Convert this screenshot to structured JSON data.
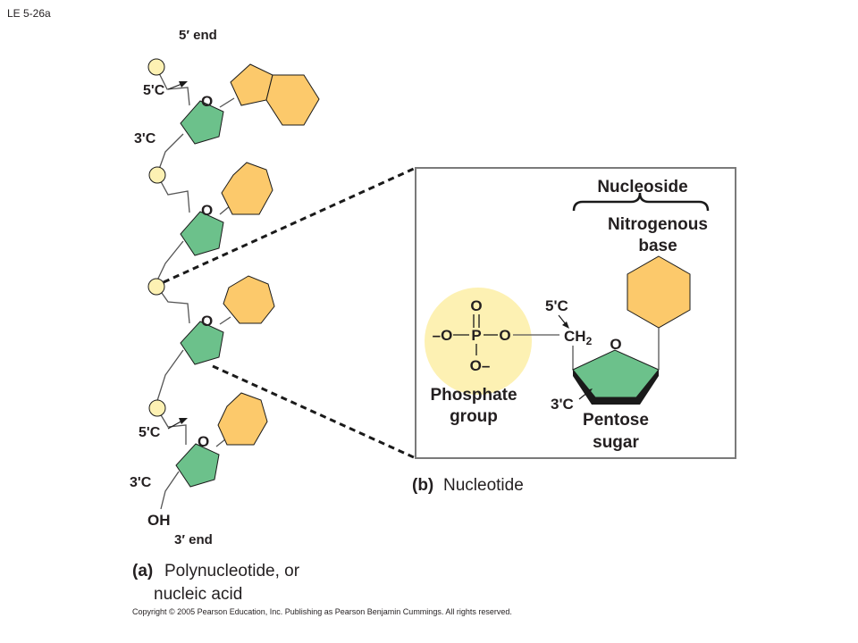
{
  "figure_label": "LE 5-26a",
  "colors": {
    "phosphate": "#fdf1b3",
    "sugar": "#6cc18b",
    "base": "#fcc96b",
    "outline": "#1a1a1a",
    "line": "#555555"
  },
  "strand": {
    "five_prime_end": "5′ end",
    "three_prime_end": "3′ end",
    "label_5c": "5'C",
    "label_3c": "3'C",
    "oxygen": "O",
    "hydroxyl": "OH"
  },
  "detail": {
    "nucleoside_label": "Nucleoside",
    "nitrogenous_base_line1": "Nitrogenous",
    "nitrogenous_base_line2": "base",
    "label_5c": "5'C",
    "label_3c": "3'C",
    "ch2": "CH",
    "ch2_sub": "2",
    "oxygen": "O",
    "phosphate": {
      "top_o": "O",
      "double_bond": "||",
      "left_o": "–O",
      "p": "P",
      "right_o": "O",
      "bottom_o": "O–"
    },
    "phosphate_group_line1": "Phosphate",
    "phosphate_group_line2": "group",
    "pentose_sugar_line1": "Pentose",
    "pentose_sugar_line2": "sugar"
  },
  "caption_a": {
    "letter": "(a)",
    "line1": "Polynucleotide, or",
    "line2": "nucleic acid"
  },
  "caption_b": {
    "letter": "(b)",
    "text": "Nucleotide"
  },
  "copyright": "Copyright © 2005 Pearson Education, Inc. Publishing as Pearson Benjamin Cummings. All rights reserved."
}
